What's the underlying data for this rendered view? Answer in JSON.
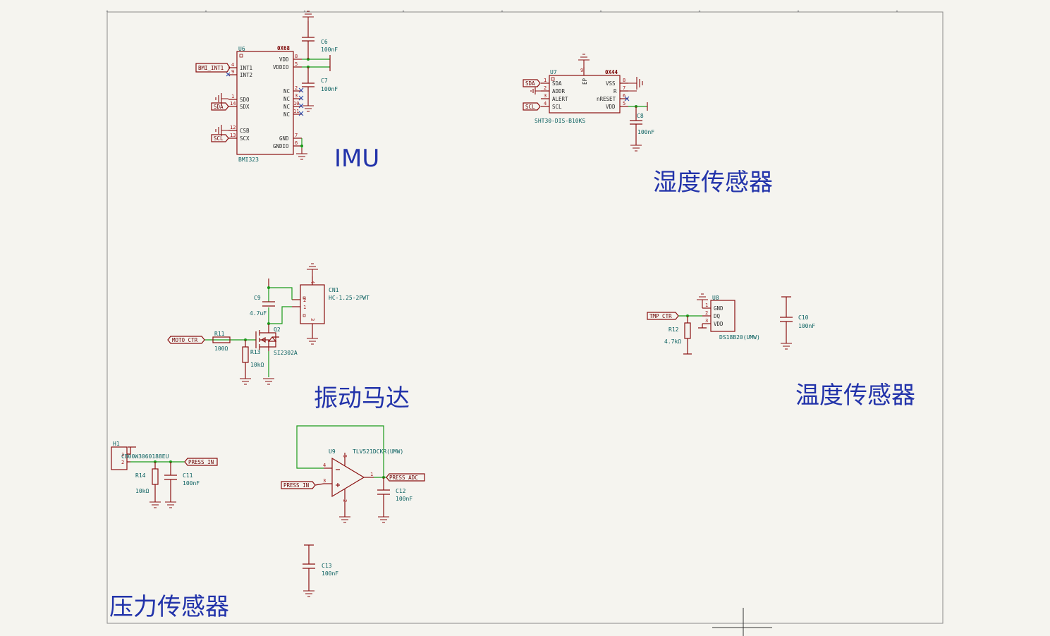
{
  "sections": {
    "imu": "IMU",
    "humidity": "湿度传感器",
    "vibration_motor": "振动马达",
    "temperature": "温度传感器",
    "pressure": "压力传感器"
  },
  "u6": {
    "ref": "U6",
    "value": "BMI323",
    "addr": "0X68",
    "left_pins": [
      {
        "num": "4",
        "name": "INT1"
      },
      {
        "num": "9",
        "name": "INT2"
      },
      {
        "num": "1",
        "name": "SDO"
      },
      {
        "num": "14",
        "name": "SDX"
      },
      {
        "num": "12",
        "name": "CSB"
      },
      {
        "num": "13",
        "name": "SCX"
      }
    ],
    "right_pins": [
      {
        "num": "8",
        "name": "VDD"
      },
      {
        "num": "5",
        "name": "VDDIO"
      },
      {
        "num": "2",
        "name": "NC"
      },
      {
        "num": "3",
        "name": "NC"
      },
      {
        "num": "10",
        "name": "NC"
      },
      {
        "num": "11",
        "name": "NC"
      },
      {
        "num": "7",
        "name": "GND"
      },
      {
        "num": "6",
        "name": "GNDIO"
      }
    ],
    "labels": [
      "BMI_INT1",
      "SDA",
      "SCL"
    ]
  },
  "c6": {
    "ref": "C6",
    "value": "100nF"
  },
  "c7": {
    "ref": "C7",
    "value": "100nF"
  },
  "u7": {
    "ref": "U7",
    "value": "SHT30-DIS-B10KS",
    "addr": "0X44",
    "ep_name": "EP",
    "ep_num": "9",
    "left_pins": [
      {
        "num": "1",
        "name": "SDA"
      },
      {
        "num": "2",
        "name": "ADDR"
      },
      {
        "num": "3",
        "name": "ALERT"
      },
      {
        "num": "4",
        "name": "SCL"
      }
    ],
    "right_pins": [
      {
        "num": "8",
        "name": "VSS"
      },
      {
        "num": "7",
        "name": "R"
      },
      {
        "num": "6",
        "name": "nRESET"
      },
      {
        "num": "5",
        "name": "VDD"
      }
    ],
    "labels": [
      "SDA",
      "SCL"
    ]
  },
  "c8": {
    "ref": "C8",
    "value": "100nF"
  },
  "c9": {
    "ref": "C9",
    "value": "4.7uF"
  },
  "cn1": {
    "ref": "CN1",
    "value": "HC-1.25-2PWT",
    "pins": [
      "2",
      "1"
    ],
    "mount": [
      "4",
      "3"
    ]
  },
  "q2": {
    "ref": "Q2",
    "value": "SI2302A"
  },
  "r11": {
    "ref": "R11",
    "value": "100Ω"
  },
  "r13": {
    "ref": "R13",
    "value": "10kΩ"
  },
  "motor_label": "MOTO_CTR",
  "u8": {
    "ref": "U8",
    "value": "DS18B20(UMW)",
    "pins": [
      {
        "num": "1",
        "name": "GND"
      },
      {
        "num": "2",
        "name": "DQ"
      },
      {
        "num": "3",
        "name": "VDD"
      }
    ],
    "label": "TMP_CTR"
  },
  "r12": {
    "ref": "R12",
    "value": "4.7kΩ"
  },
  "c10": {
    "ref": "C10",
    "value": "100nF"
  },
  "h1": {
    "ref": "H1",
    "value": "CB00W3060188EU",
    "pins": [
      "1",
      "2"
    ],
    "label": "PRESS_IN"
  },
  "r14": {
    "ref": "R14",
    "value": "10kΩ"
  },
  "c11": {
    "ref": "C11",
    "value": "100nF"
  },
  "u9": {
    "ref": "U9",
    "value": "TLV521DCKR(UMW)",
    "pins": {
      "in_neg": "4",
      "in_pos": "3",
      "out": "1",
      "vdd": "5",
      "gnd": "2"
    },
    "in_label": "PRESS_IN",
    "out_label": "PRESS_ADC"
  },
  "c12": {
    "ref": "C12",
    "value": "100nF"
  },
  "c13": {
    "ref": "C13",
    "value": "100nF"
  },
  "colors": {
    "background": "#f5f4ef",
    "frame": "#8a8a8a",
    "component": "#8a1010",
    "wire": "#1a9a1a",
    "title_text": "#2233aa",
    "ref_text": "#0a6060"
  }
}
